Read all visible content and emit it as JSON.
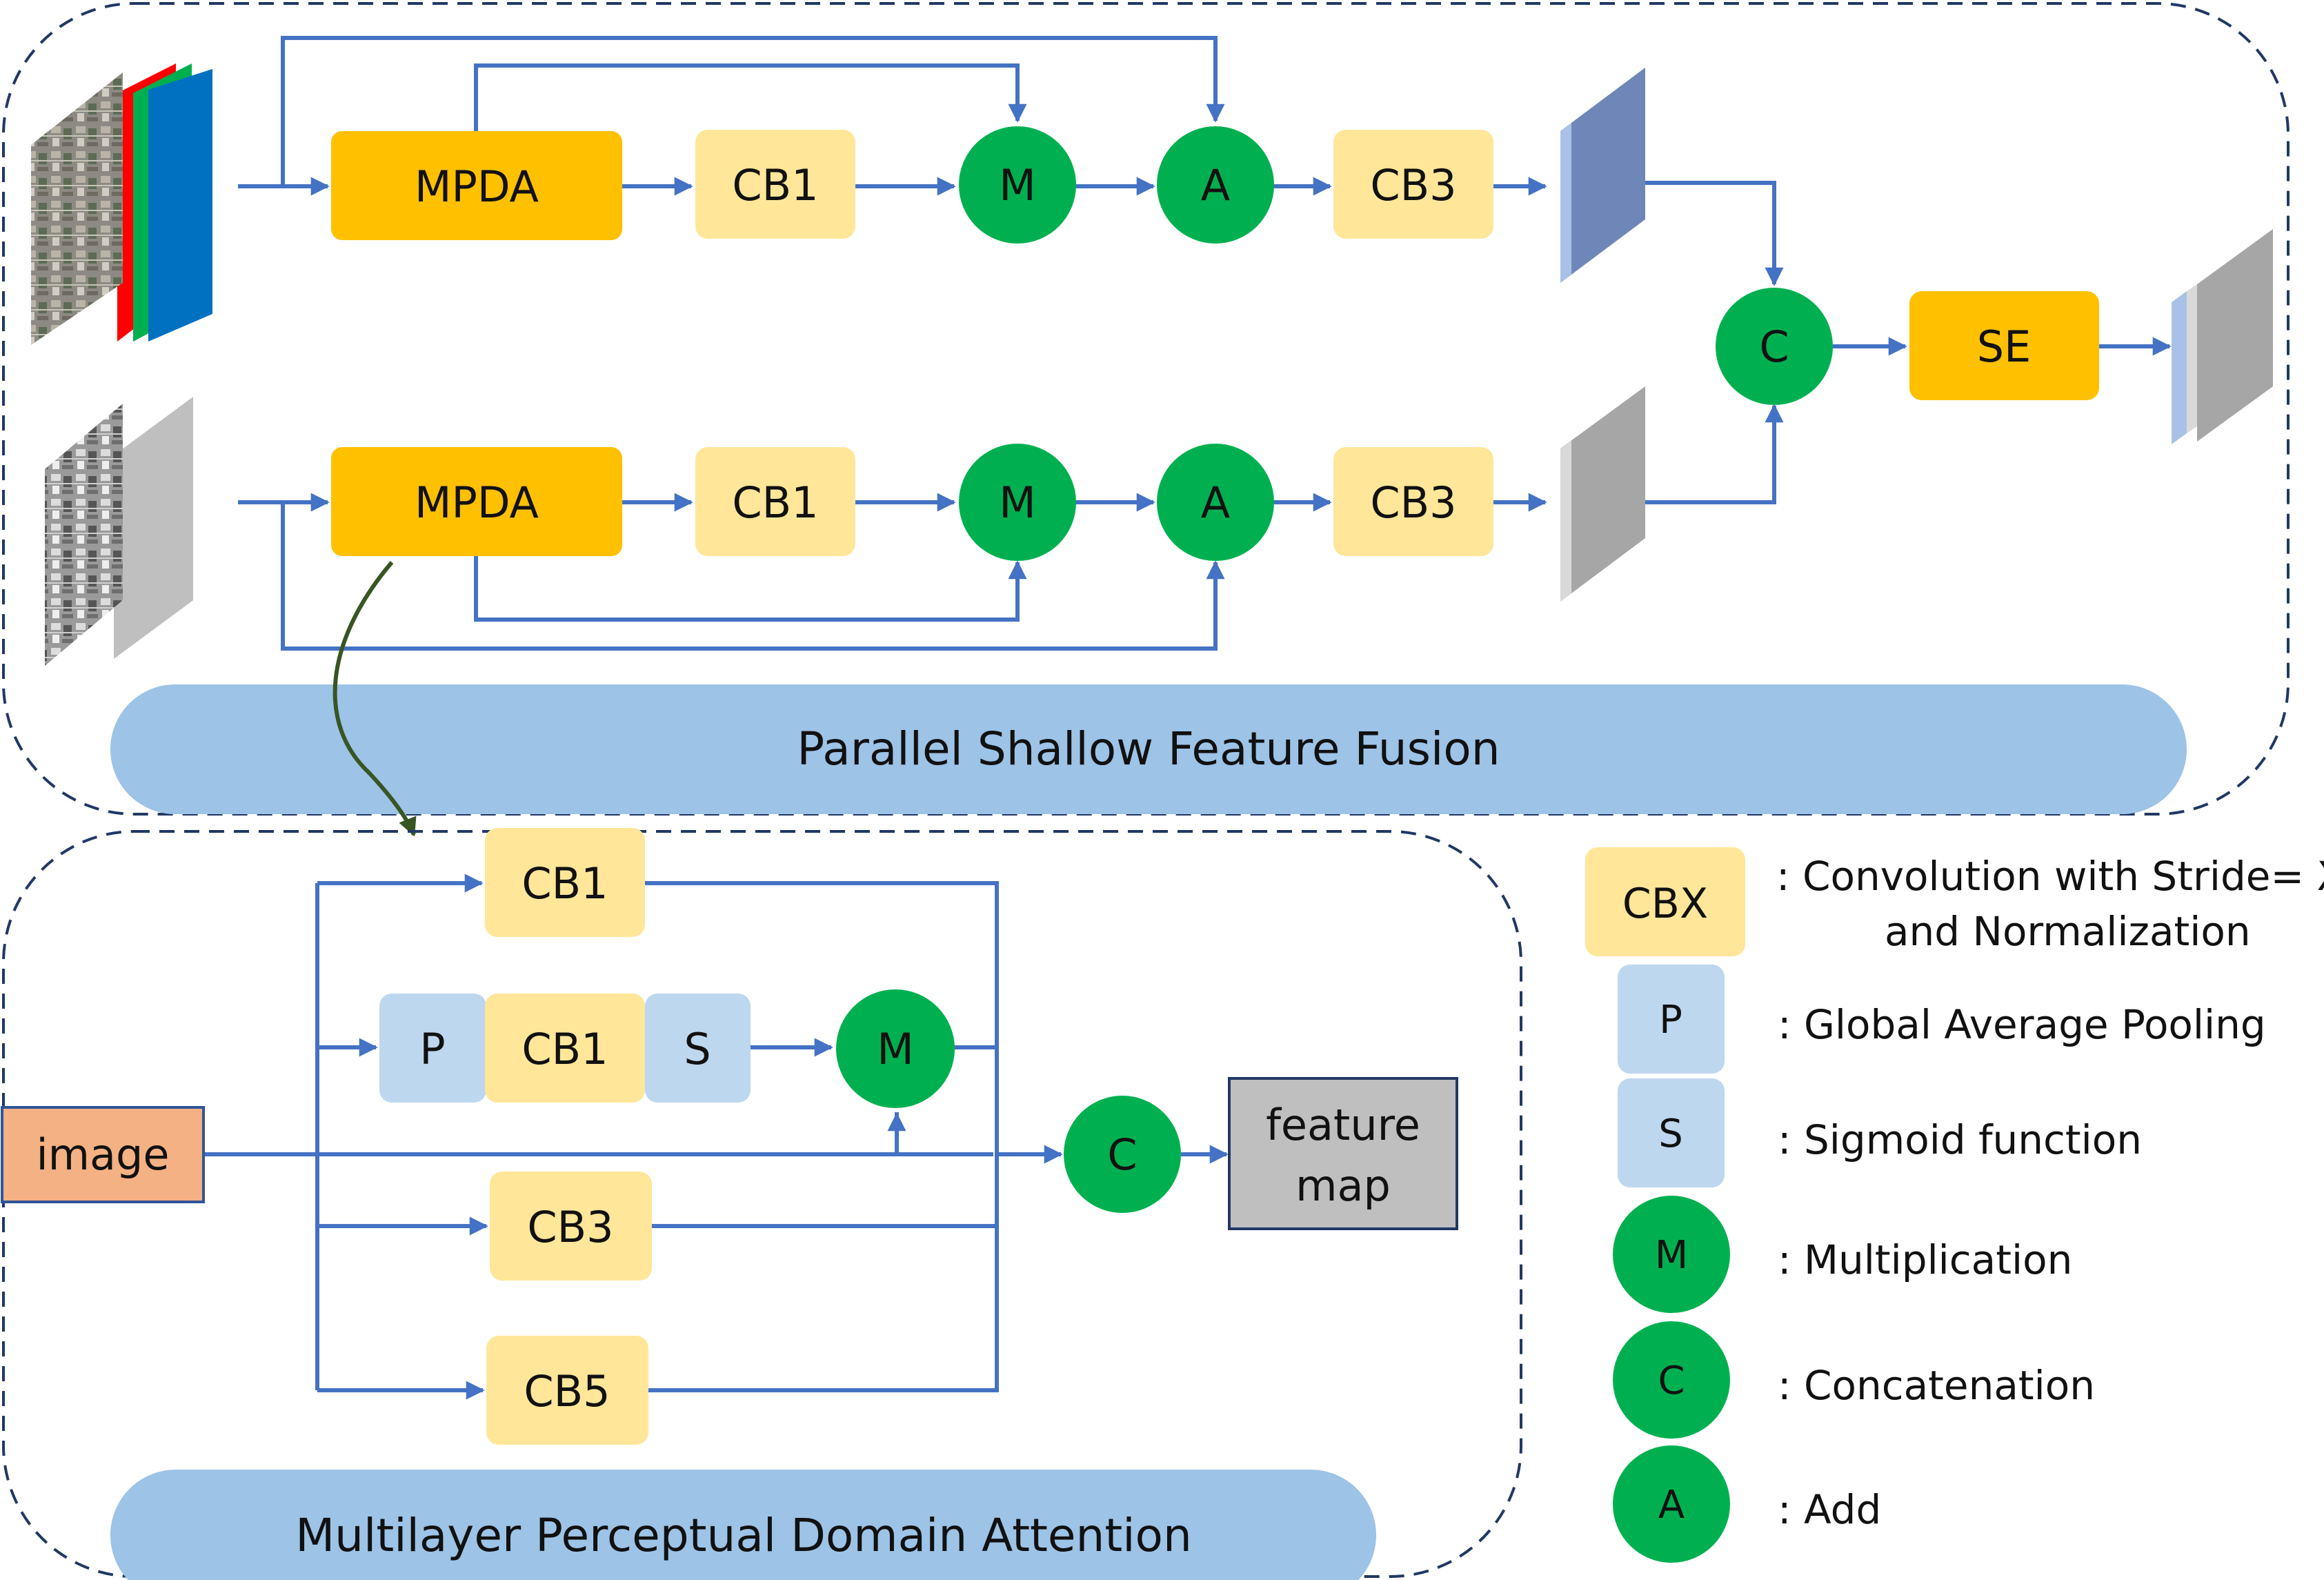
{
  "colors": {
    "mpda": "#FFC000",
    "cb": "#FFE699",
    "ps": "#BDD7EE",
    "green": "#00B050",
    "banner": "#9DC3E6",
    "image_box": "#F4B183",
    "feature_box": "#BFBFBF",
    "arrow": "#4472C4",
    "dash": "#203864",
    "curve": "#375623"
  },
  "top": {
    "rgb_row": {
      "mpda": "MPDA",
      "cb1": "CB1",
      "m": "M",
      "a": "A",
      "cb3": "CB3"
    },
    "gray_row": {
      "mpda": "MPDA",
      "cb1": "CB1",
      "m": "M",
      "a": "A",
      "cb3": "CB3"
    },
    "concat": "C",
    "se": "SE",
    "banner": "Parallel Shallow Feature Fusion"
  },
  "bottom": {
    "image": "image",
    "cb1_top": "CB1",
    "p": "P",
    "cb1_mid": "CB1",
    "s": "S",
    "m": "M",
    "cb3": "CB3",
    "cb5": "CB5",
    "c": "C",
    "feature_map_line1": "feature",
    "feature_map_line2": "map",
    "banner": "Multilayer Perceptual Domain Attention"
  },
  "legend": [
    {
      "symbol": "CBX",
      "shape": "rounded-box",
      "color": "cb",
      "text_lines": [
        ": Convolution with Stride= X",
        "and Normalization"
      ]
    },
    {
      "symbol": "P",
      "shape": "rounded-box",
      "color": "ps",
      "text_lines": [
        ": Global Average Pooling"
      ]
    },
    {
      "symbol": "S",
      "shape": "rounded-box",
      "color": "ps",
      "text_lines": [
        ": Sigmoid function"
      ]
    },
    {
      "symbol": "M",
      "shape": "circle",
      "color": "green",
      "text_lines": [
        ": Multiplication"
      ]
    },
    {
      "symbol": "C",
      "shape": "circle",
      "color": "green",
      "text_lines": [
        ": Concatenation"
      ]
    },
    {
      "symbol": "A",
      "shape": "circle",
      "color": "green",
      "text_lines": [
        ": Add"
      ]
    }
  ]
}
